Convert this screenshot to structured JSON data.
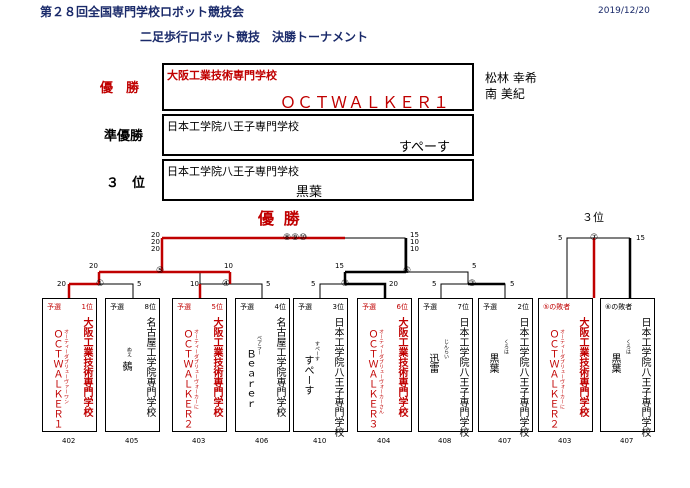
{
  "header": {
    "title": "第２８回全国専門学校ロボット競技会",
    "date": "2019/12/20",
    "subtitle": "二足歩行ロボット競技　決勝トーナメント"
  },
  "results": {
    "first": {
      "label": "優　勝",
      "school": "大阪工業技術専門学校",
      "team": "ＯＣＴＷＡＬＫＥＲ１"
    },
    "second": {
      "label": "準優勝",
      "school": "日本工学院八王子専門学校",
      "team": "すぺーす"
    },
    "third": {
      "label": "３　位",
      "school": "日本工学院八王子専門学校",
      "team": "黒葉"
    },
    "members": [
      "松林 幸希",
      "南 美紀"
    ]
  },
  "bracket": {
    "champion_label": "優 勝",
    "third_label": "３位",
    "final_match": "⑧⑨⑩",
    "match_labels": [
      "①",
      "⑤",
      "④",
      "③",
      "⑥",
      "②",
      "⑦"
    ],
    "scores": {
      "final_left_top": "20",
      "final_left_mid": "20",
      "final_left_bot": "20",
      "final_right_top": "15",
      "final_right_mid": "10",
      "final_right_bot": "10",
      "m5_left": "20",
      "m5_right": "10",
      "m6_left": "15",
      "m6_right": "5",
      "m1_left": "20",
      "m1_right": "5",
      "m4_left": "10",
      "m4_right": "5",
      "m3_left": "5",
      "m3_right": "20",
      "m2_left": "5",
      "m2_right": "5",
      "m7_left": "5",
      "m7_right": "15"
    },
    "entries": [
      {
        "seed": "予選",
        "rank": "1位",
        "school": "大阪工業技術専門学校",
        "ruby": "オーティーダブリューヴァーワン",
        "team": "ＯＣＴＷＡＬＫＥＲ１",
        "number": "402",
        "red": true
      },
      {
        "seed": "予選",
        "rank": "8位",
        "school": "名古屋工学院専門学校",
        "ruby": "ぬえ",
        "team": "鵺",
        "number": "405",
        "red": false
      },
      {
        "seed": "予選",
        "rank": "5位",
        "school": "大阪工業技術専門学校",
        "ruby": "オーティーダブリューヴォーカーに",
        "team": "ＯＣＴＷＡＬＫＥＲ２",
        "number": "403",
        "red": true
      },
      {
        "seed": "予選",
        "rank": "4位",
        "school": "名古屋工学院専門学校",
        "ruby": "ベアラー",
        "team": "Ｂｅａｒｅｒ",
        "number": "406",
        "red": false
      },
      {
        "seed": "予選",
        "rank": "3位",
        "school": "日本工学院八王子専門学校",
        "ruby": "すぺーす",
        "team": "すぺーす",
        "number": "410",
        "red": false
      },
      {
        "seed": "予選",
        "rank": "6位",
        "school": "大阪工業技術専門学校",
        "ruby": "オーティーダブリューヴォーカーさん",
        "team": "ＯＣＴＷＡＬＫＥＲ３",
        "number": "404",
        "red": true
      },
      {
        "seed": "予選",
        "rank": "7位",
        "school": "日本工学院八王子専門学校",
        "ruby": "じんらい",
        "team": "迅雷",
        "number": "408",
        "red": false
      },
      {
        "seed": "予選",
        "rank": "2位",
        "school": "日本工学院八王子専門学校",
        "ruby": "くろは",
        "team": "黒葉",
        "number": "407",
        "red": false
      },
      {
        "seed": "⑤の敗者",
        "rank": "",
        "school": "大阪工業技術専門学校",
        "ruby": "オーティーダブリューヴォーカーに",
        "team": "ＯＣＴＷＡＬＫＥＲ２",
        "number": "403",
        "red": true
      },
      {
        "seed": "⑥の敗者",
        "rank": "",
        "school": "日本工学院八王子専門学校",
        "ruby": "くろは",
        "team": "黒葉",
        "number": "407",
        "red": false
      }
    ]
  }
}
